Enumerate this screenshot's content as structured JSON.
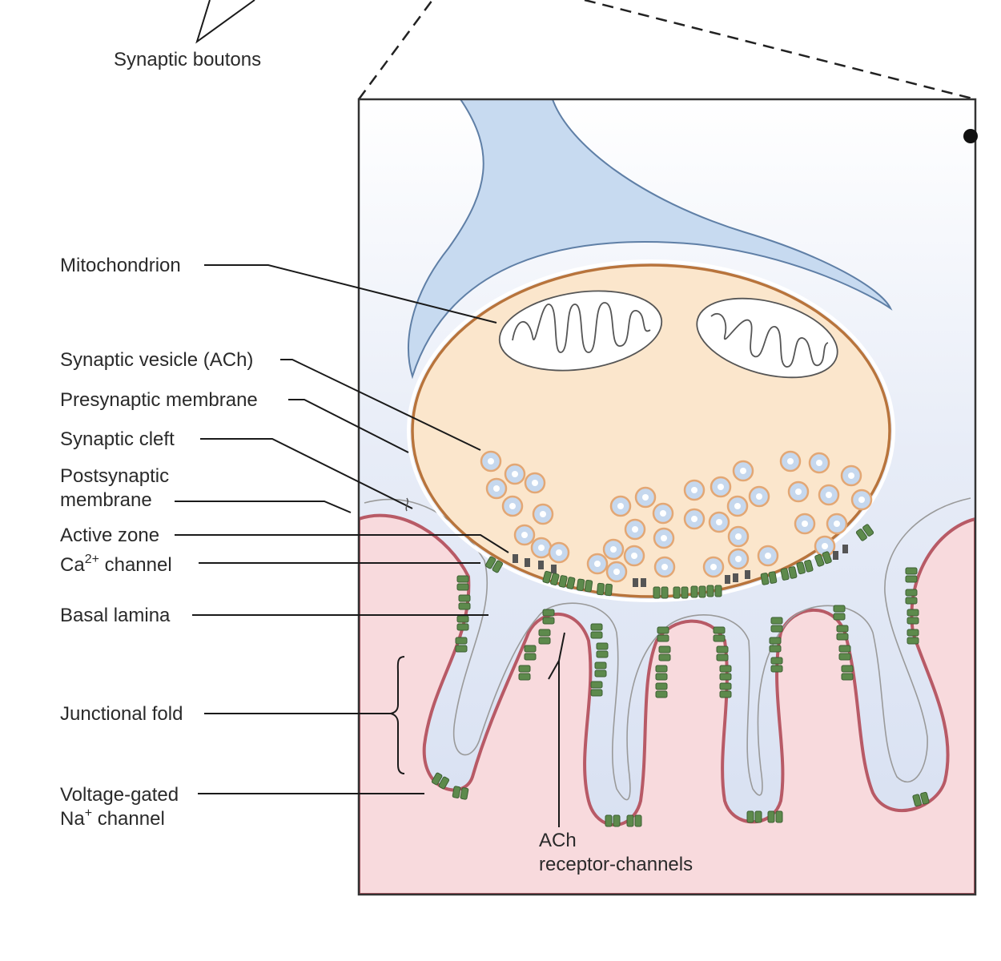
{
  "labels": {
    "synaptic_boutons": "Synaptic boutons",
    "mitochondrion": "Mitochondrion",
    "synaptic_vesicle": "Synaptic vesicle (ACh)",
    "presynaptic_membrane": "Presynaptic membrane",
    "synaptic_cleft": "Synaptic cleft",
    "postsynaptic_line1": "Postsynaptic",
    "postsynaptic_line2": "membrane",
    "active_zone": "Active zone",
    "ca_channel_prefix": "Ca",
    "ca_channel_sup": "2+",
    "ca_channel_suffix": " channel",
    "basal_lamina": "Basal lamina",
    "junctional_fold": "Junctional fold",
    "voltage_gated_line1": "Voltage-gated",
    "na_prefix": "Na",
    "na_sup": "+",
    "na_suffix": " channel",
    "ach_line1": "ACh",
    "ach_line2": "receptor-channels"
  },
  "colors": {
    "axon_fill": "#c7daf0",
    "axon_edge": "#5f7fa6",
    "terminal_fill": "#fbe6cc",
    "terminal_edge": "#b8743c",
    "cleft_fill": "#dce4f3",
    "muscle_fill": "#f8dadd",
    "post_membrane": "#b85a66",
    "channel": "#5d8a4c",
    "vesicle_fill": "#c6d8ee",
    "vesicle_edge": "#e3a774"
  }
}
